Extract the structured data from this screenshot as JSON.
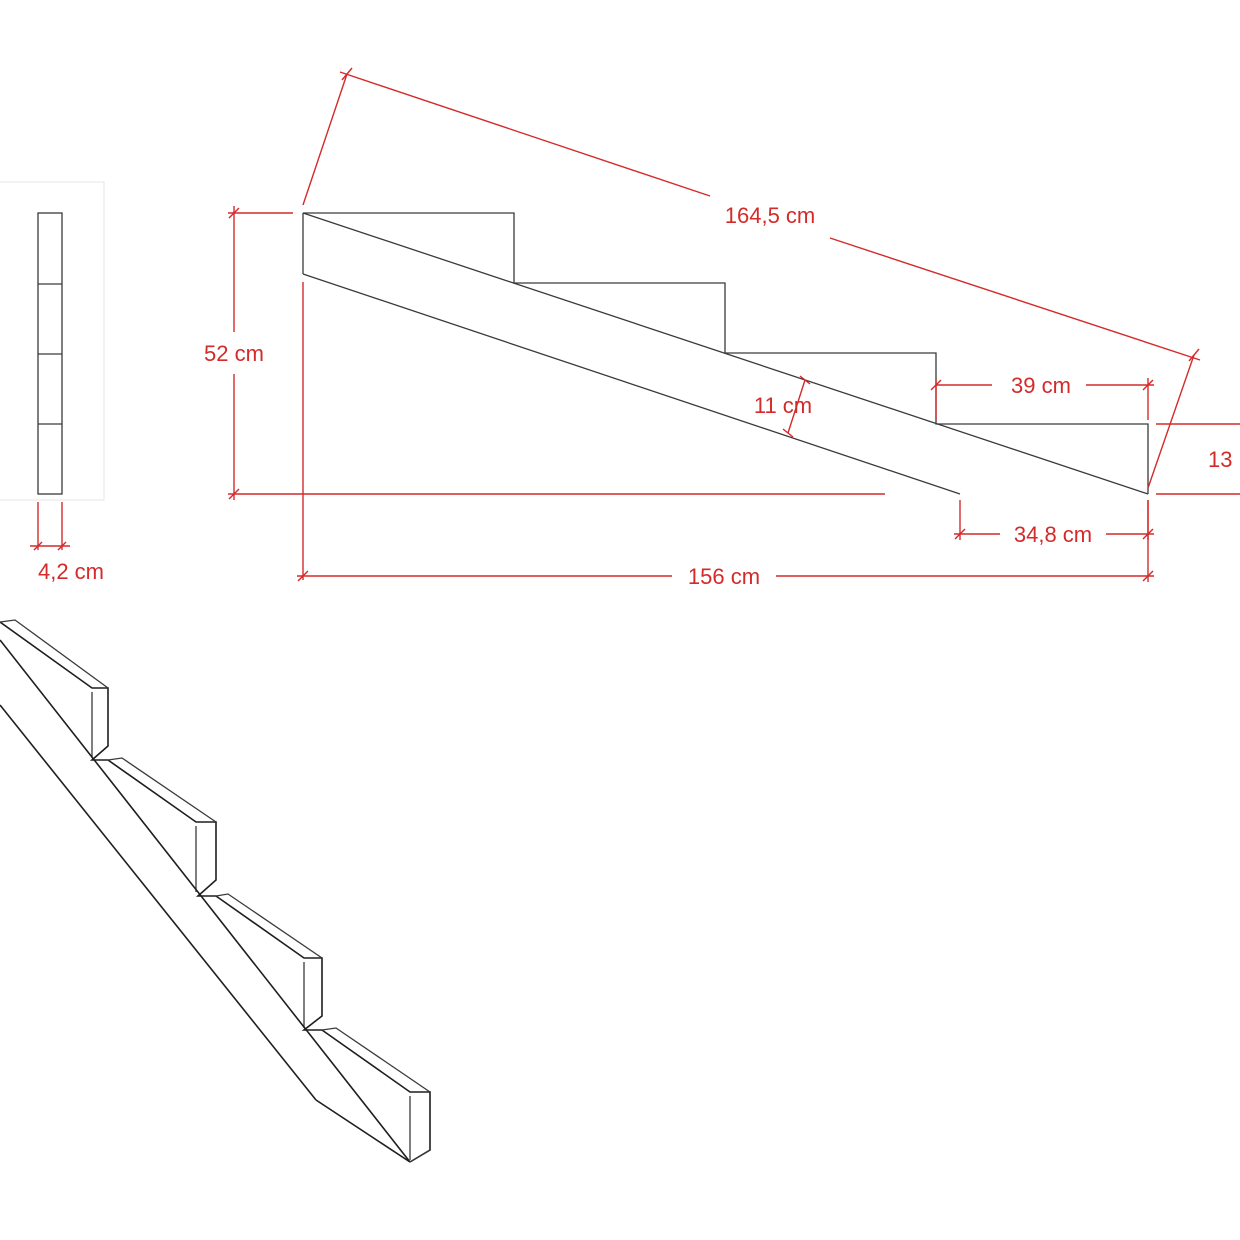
{
  "dimensions": {
    "diagonal_length": "164,5 cm",
    "total_height": "52 cm",
    "stringer_depth": "11 cm",
    "tread_depth": "39 cm",
    "step_rise": "13",
    "bottom_cut": "34,8 cm",
    "total_run": "156 cm",
    "thickness": "4,2 cm"
  },
  "colors": {
    "dimension": "#d42a2a",
    "outline": "#3a3a3a"
  }
}
